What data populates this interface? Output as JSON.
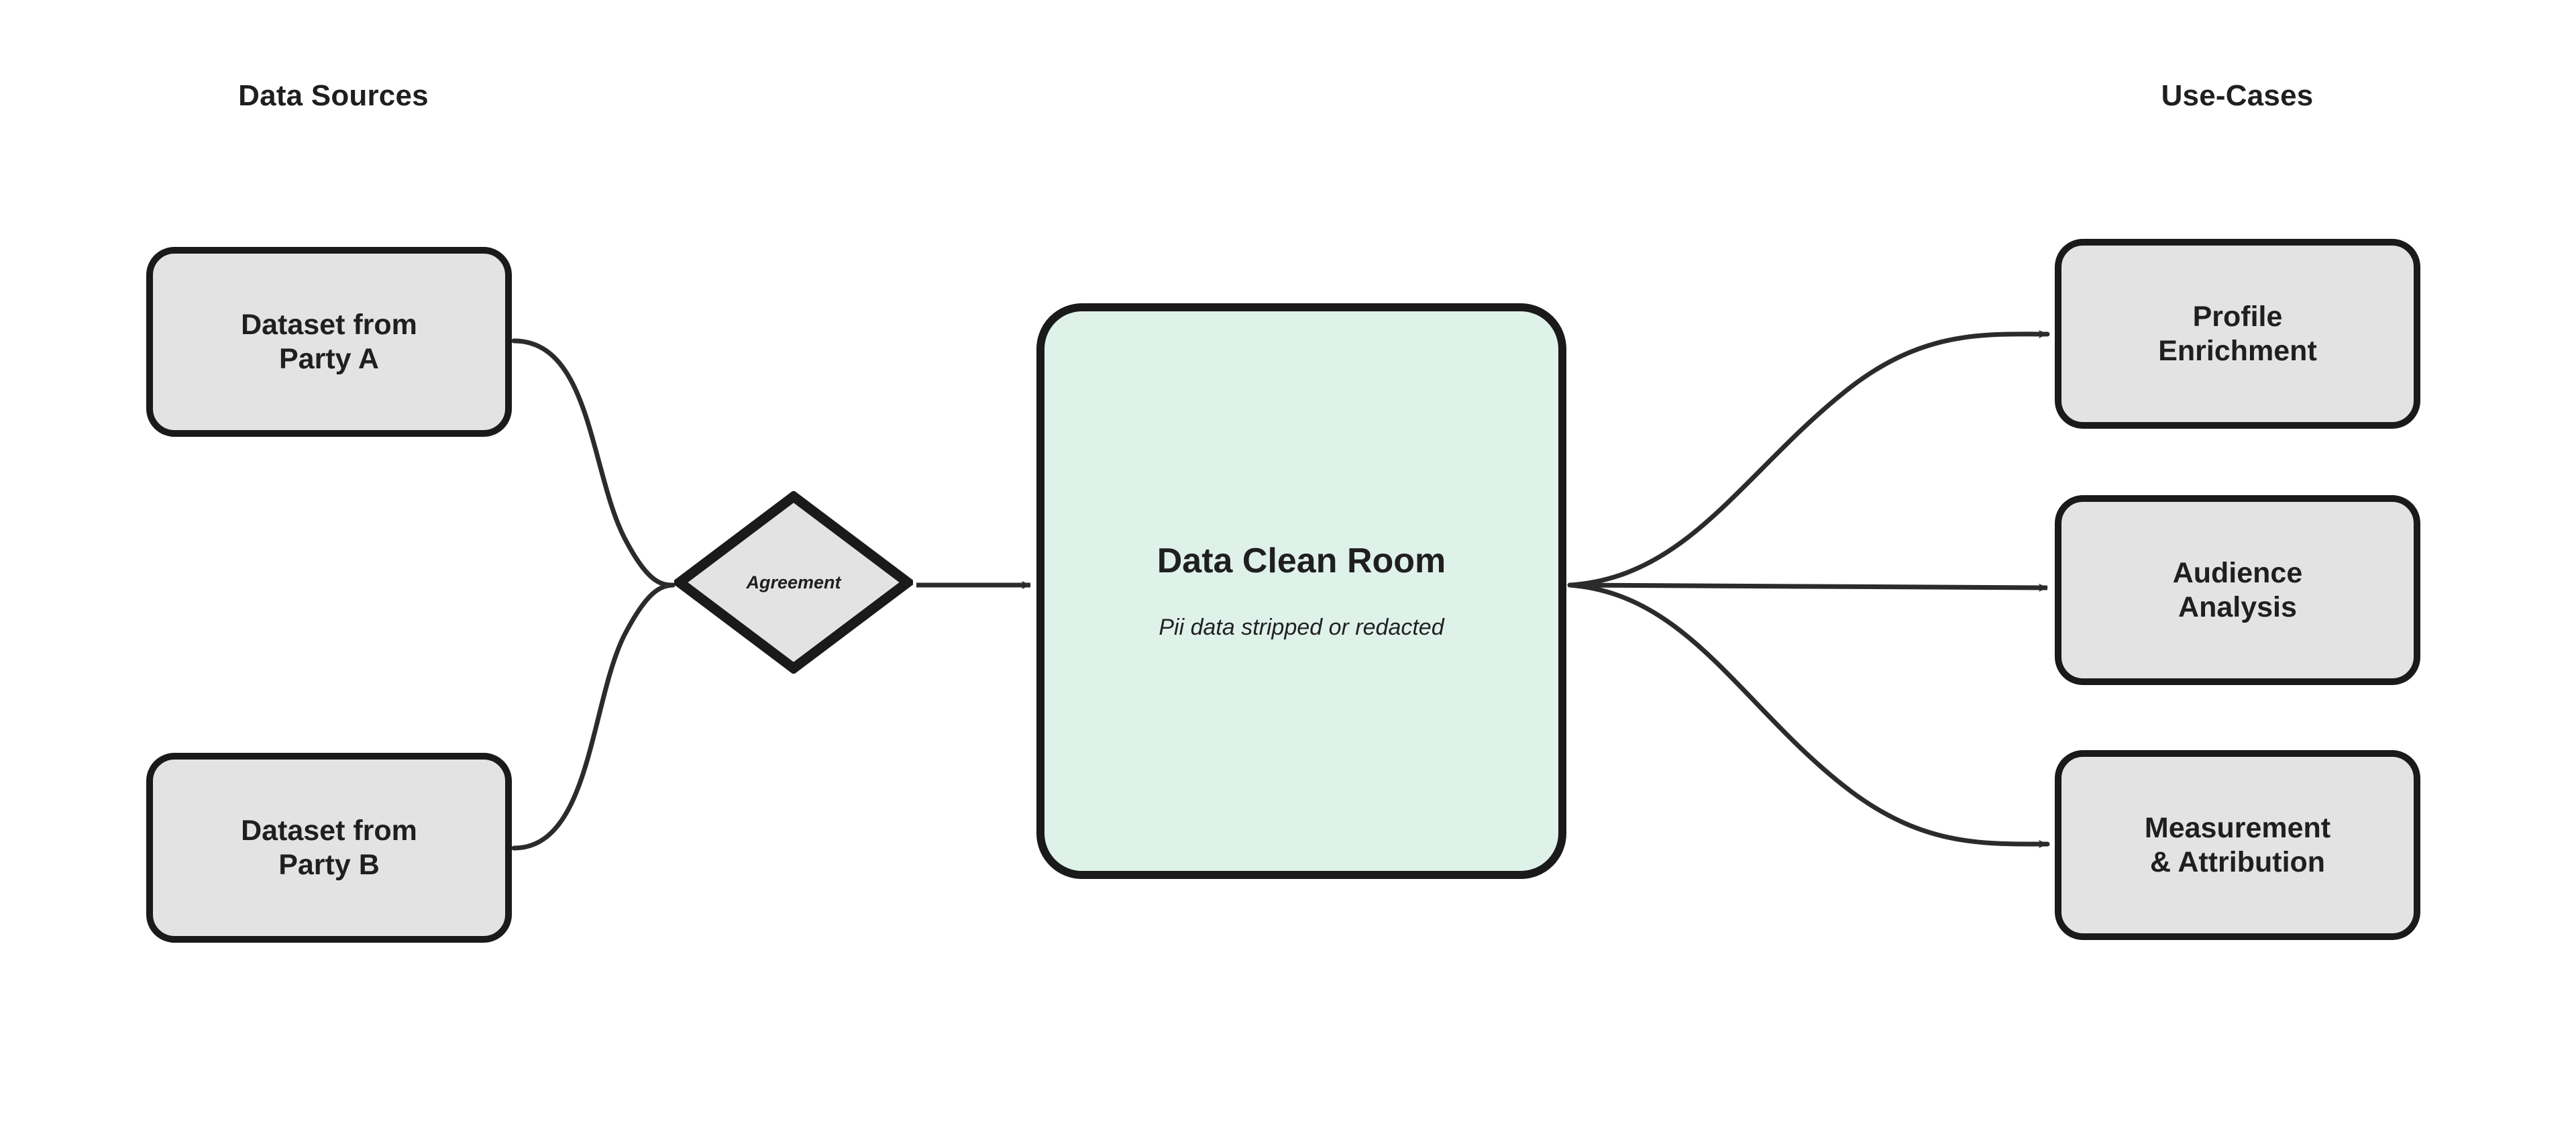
{
  "headings": {
    "left": "Data Sources",
    "right": "Use-Cases"
  },
  "sources": [
    {
      "id": "party-a",
      "label": "Dataset from\nParty A"
    },
    {
      "id": "party-b",
      "label": "Dataset from\nParty B"
    }
  ],
  "gate": {
    "label": "Agreement",
    "shape": "diamond"
  },
  "clean_room": {
    "title": "Data Clean Room",
    "subtitle": "Pii data stripped or redacted"
  },
  "use_cases": [
    {
      "id": "profile-enrichment",
      "label": "Profile\nEnrichment"
    },
    {
      "id": "audience-analysis",
      "label": "Audience\nAnalysis"
    },
    {
      "id": "measurement-attribution",
      "label": "Measurement\n& Attribution"
    }
  ],
  "colors": {
    "background": "#ffffff",
    "node_fill": "#e3e3e3",
    "node_stroke": "#1a1a1a",
    "clean_room_fill": "#dff2ea",
    "clean_room_stroke": "#1a1a1a",
    "text": "#1f1f1f",
    "edge": "#2b2b2b"
  },
  "edges": [
    {
      "id": "party-a-to-agreement",
      "from": "party-a",
      "to": "agreement",
      "style": "curve",
      "arrowhead": false
    },
    {
      "id": "party-b-to-agreement",
      "from": "party-b",
      "to": "agreement",
      "style": "curve",
      "arrowhead": false
    },
    {
      "id": "agreement-to-clean-room",
      "from": "agreement",
      "to": "clean-room",
      "style": "straight",
      "arrowhead": true
    },
    {
      "id": "clean-room-to-profile-enrichment",
      "from": "clean-room",
      "to": "profile-enrichment",
      "style": "curve",
      "arrowhead": true
    },
    {
      "id": "clean-room-to-audience-analysis",
      "from": "clean-room",
      "to": "audience-analysis",
      "style": "straight",
      "arrowhead": true
    },
    {
      "id": "clean-room-to-measurement-attribution",
      "from": "clean-room",
      "to": "measurement-attribution",
      "style": "curve",
      "arrowhead": true
    }
  ]
}
